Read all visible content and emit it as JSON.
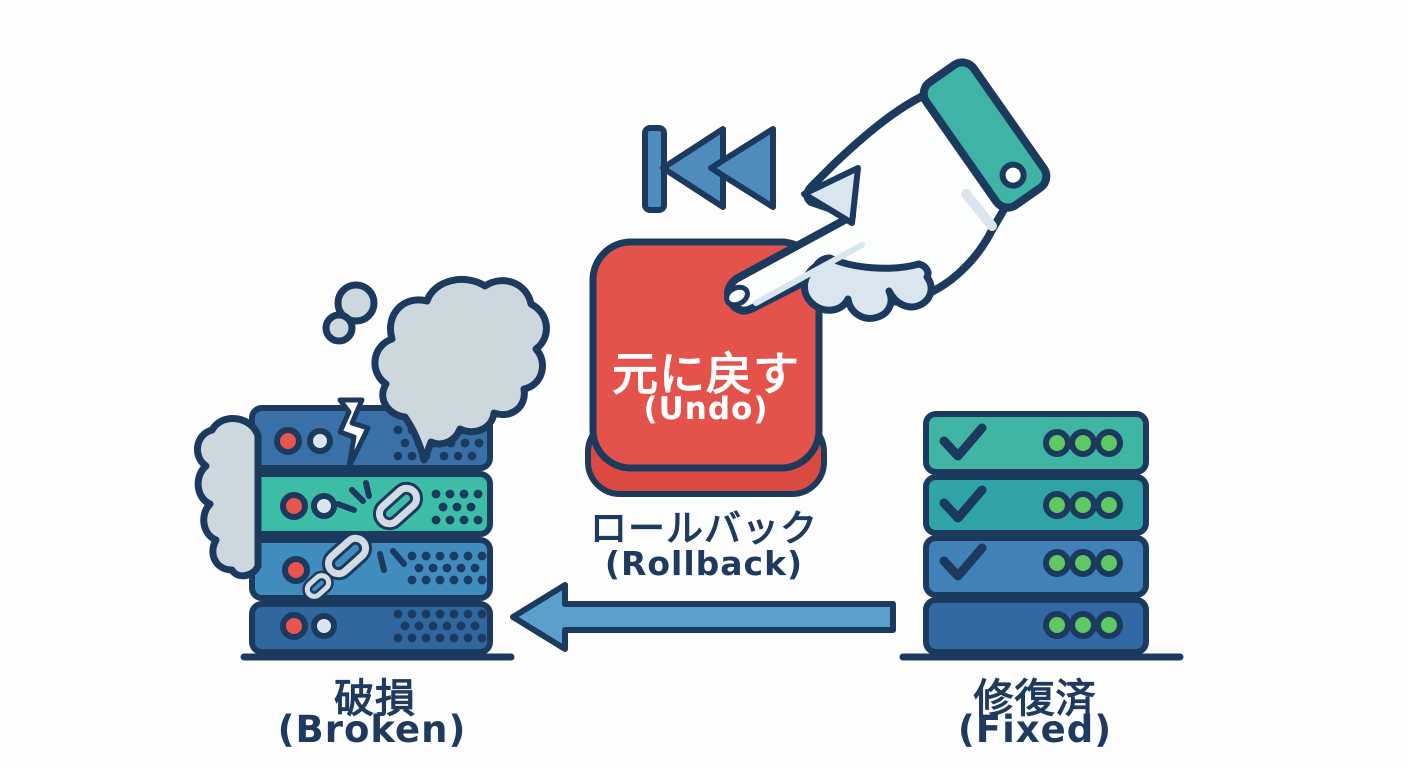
{
  "scene": {
    "undo_button": {
      "label_jp": "元に戻す",
      "label_en": "(Undo)"
    },
    "rollback_label": {
      "jp": "ロールバック",
      "en": "(Rollback)"
    },
    "broken_server": {
      "label_jp": "破損",
      "label_en": "(Broken)"
    },
    "fixed_server": {
      "label_jp": "修復済",
      "label_en": "(Fixed)"
    }
  },
  "colors": {
    "background": "#FCFDFC",
    "outline_navy": "#1C3A5E",
    "text_navy": "#1E3A5F",
    "button_red": "#E4534B",
    "button_red_dark": "#DA4A42",
    "server_blue_dark_1": "#3A70A8",
    "server_blue_mid": "#418CBE",
    "server_blue_dark_2": "#31679F",
    "server_teal": "#3EBDA6",
    "fixed_teal_1": "#41B5A4",
    "fixed_teal_2": "#2FA3A8",
    "fixed_blue_1": "#4181B8",
    "fixed_blue_2": "#3268A4",
    "arrow_blue": "#5B9FCB",
    "rewind_blue": "#4E8CBE",
    "smoke_gray": "#CDD7DE",
    "chain_gray": "#D3DCE2",
    "led_red": "#E8554C",
    "led_white": "#D9E6EF",
    "led_green": "#5FC763",
    "cuff_teal": "#3FB3A5",
    "hand_white": "#FDFEFE",
    "hand_shade": "#D9E6EF"
  }
}
